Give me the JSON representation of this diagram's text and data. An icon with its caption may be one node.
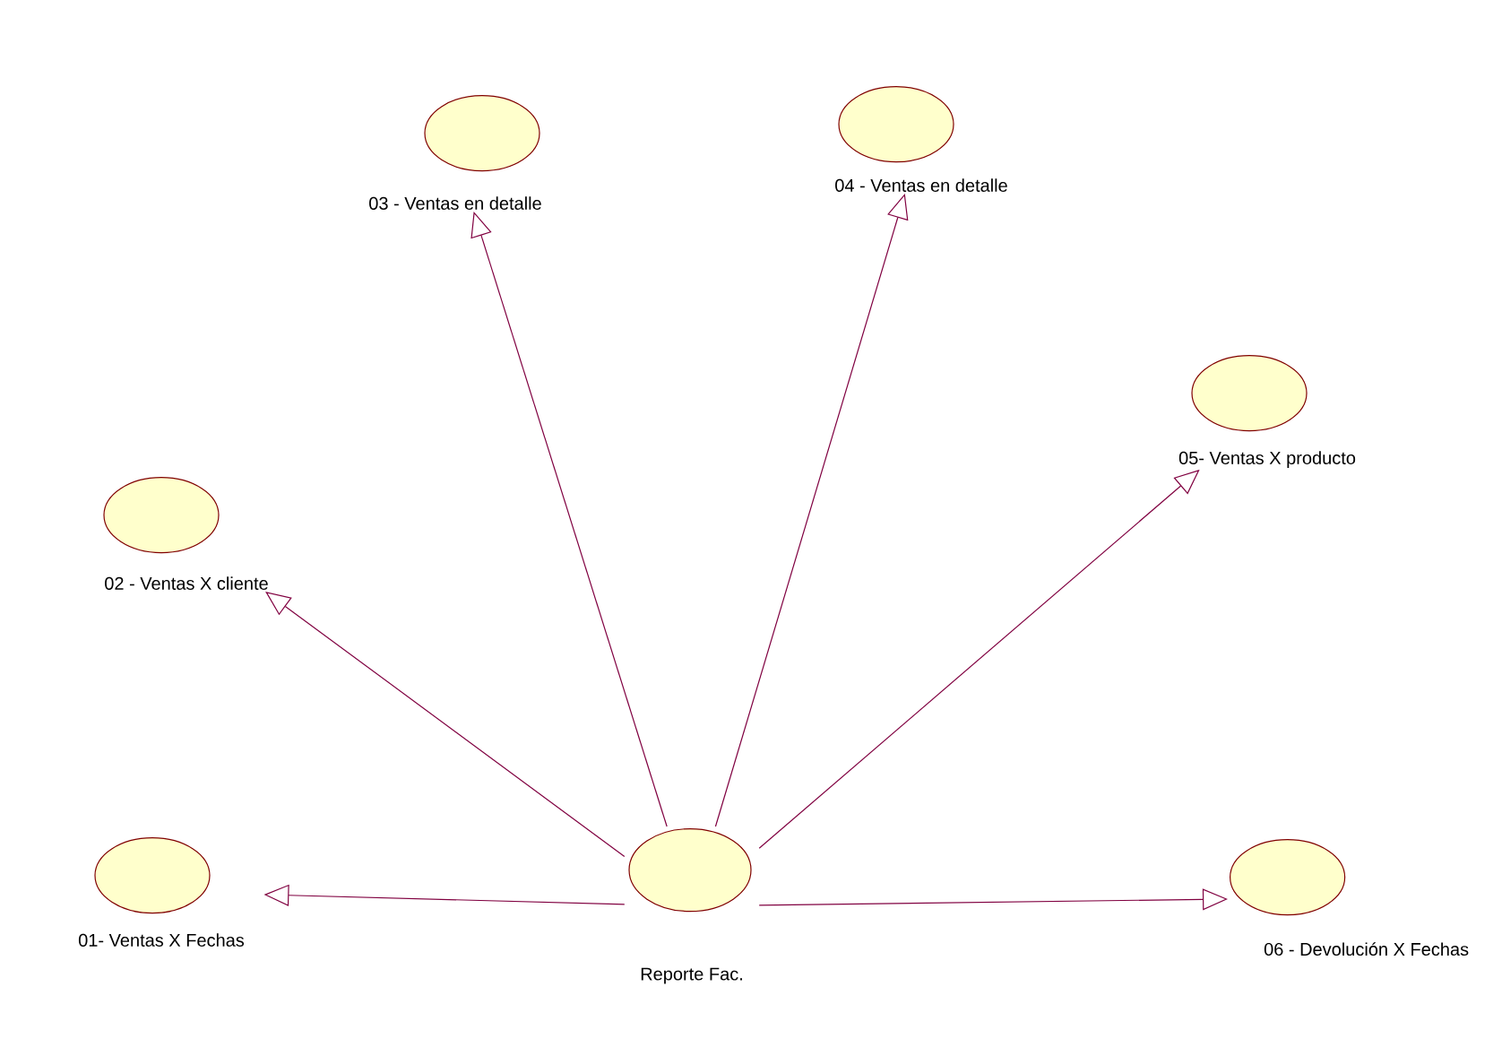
{
  "diagram": {
    "nodes": [
      {
        "text": [
          "03 - Ventas en detalle"
        ]
      },
      {
        "text": [
          "04 - Ventas en detalle"
        ]
      },
      {
        "text": [
          "05- Ventas X producto"
        ]
      },
      {
        "text": [
          "02 - Ventas X cliente"
        ]
      },
      {
        "text": [
          "01- Ventas X Fechas"
        ]
      },
      {
        "text": [
          "Reporte Fac."
        ]
      },
      {
        "text": [
          "06 - Devolución X Fechas"
        ]
      }
    ],
    "edges": [
      {
        "from": 5,
        "to": 0,
        "arrow": "to"
      },
      {
        "from": 5,
        "to": 1,
        "arrow": "to"
      },
      {
        "from": 5,
        "to": 2,
        "arrow": "to"
      },
      {
        "from": 5,
        "to": 3,
        "arrow": "to"
      },
      {
        "from": 5,
        "to": 4,
        "arrow": "to"
      },
      {
        "from": 5,
        "to": 6,
        "arrow": "to"
      }
    ]
  }
}
